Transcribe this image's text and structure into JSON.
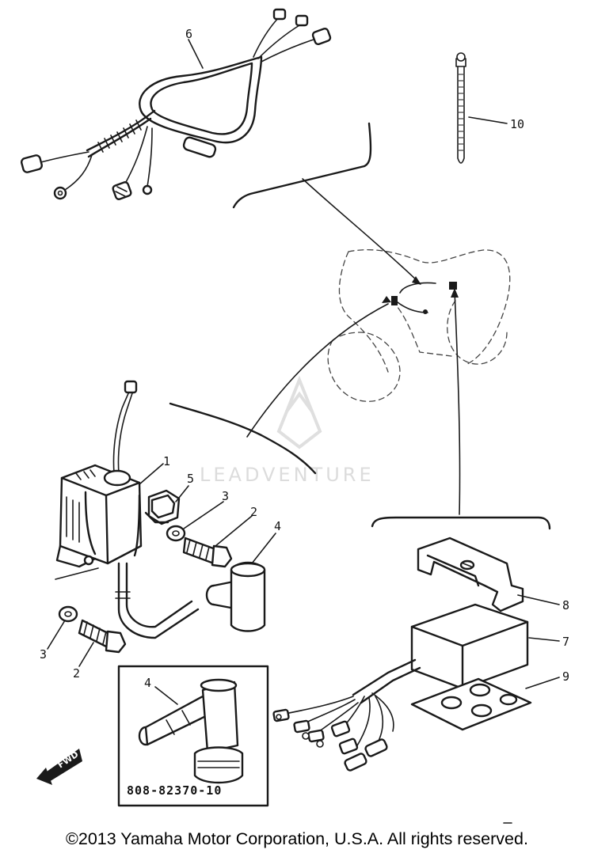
{
  "diagram": {
    "callouts": {
      "c1": "1",
      "c2a": "2",
      "c2b": "2",
      "c3a": "3",
      "c3b": "3",
      "c4a": "4",
      "c4b": "4",
      "c5": "5",
      "c6": "6",
      "c7": "7",
      "c8": "8",
      "c9": "9",
      "c10": "10"
    },
    "inset_part_number": "808-82370-10",
    "fig_marker": "FWD",
    "watermark": "LEADVENTURE"
  },
  "footer": {
    "copyright": "©2013 Yamaha Motor Corporation, U.S.A. All rights reserved."
  },
  "colors": {
    "ink": "#1a1a1a",
    "background": "#ffffff",
    "watermark": "#d9d9d9"
  }
}
